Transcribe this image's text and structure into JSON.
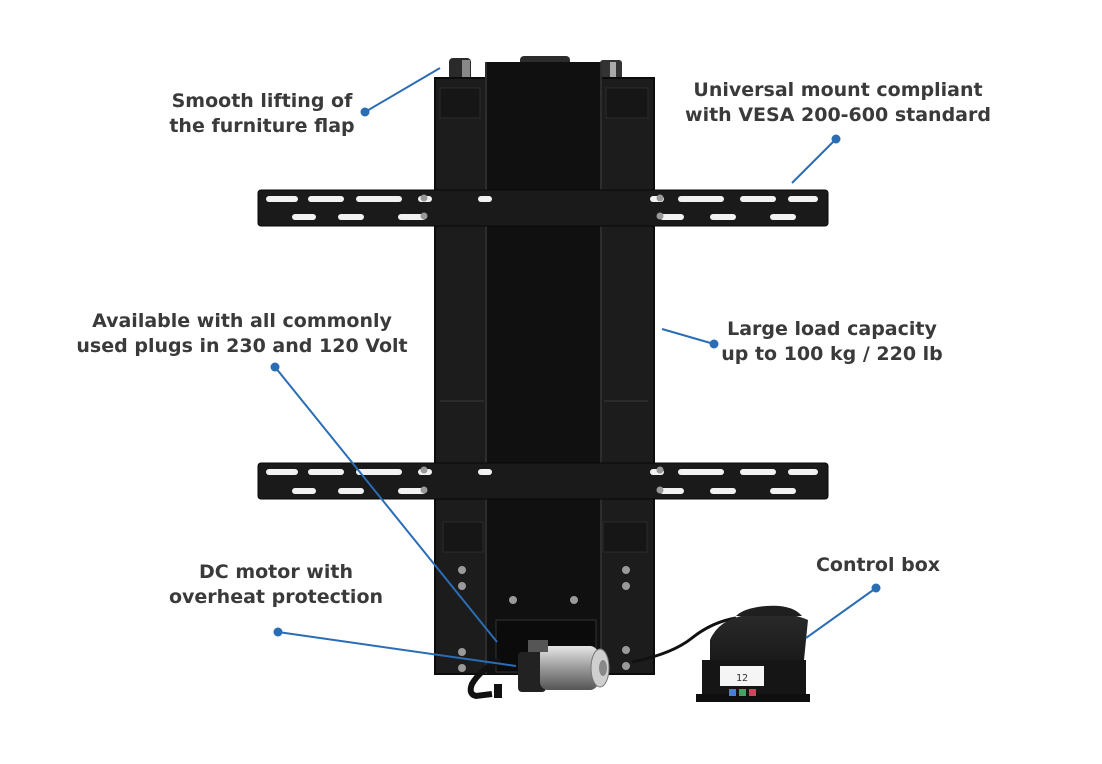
{
  "callouts": {
    "smooth_lifting": {
      "lines": [
        "Smooth lifting of",
        "the furniture flap"
      ]
    },
    "vesa": {
      "lines": [
        "Universal mount compliant",
        "with VESA 200-600 standard"
      ]
    },
    "plugs": {
      "lines": [
        "Available with all commonly",
        "used plugs in 230 and 120 Volt"
      ]
    },
    "load": {
      "lines": [
        "Large load capacity",
        "up to 100 kg / 220 lb"
      ]
    },
    "motor": {
      "lines": [
        "DC motor with",
        "overheat protection"
      ]
    },
    "control_box": {
      "lines": [
        "Control box"
      ]
    }
  },
  "colors": {
    "leader": "#2a6db5",
    "label_text": "#3a3a3a",
    "lift_body": "#1c1c1c",
    "lift_rail": "#101010",
    "slot": "#f2f2f2",
    "control_buttons": [
      "#4a7fd0",
      "#3aa565",
      "#d0455b"
    ]
  },
  "control_box_panel": {
    "display": "12"
  }
}
